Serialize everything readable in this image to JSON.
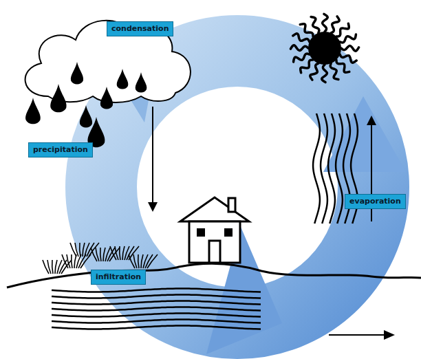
{
  "diagram": {
    "nodes": [
      {
        "text": [
          "condensation"
        ]
      },
      {
        "text": [
          "precipitation"
        ]
      },
      {
        "text": [
          "evaporation"
        ]
      },
      {
        "text": [
          "infiltration"
        ]
      }
    ]
  }
}
